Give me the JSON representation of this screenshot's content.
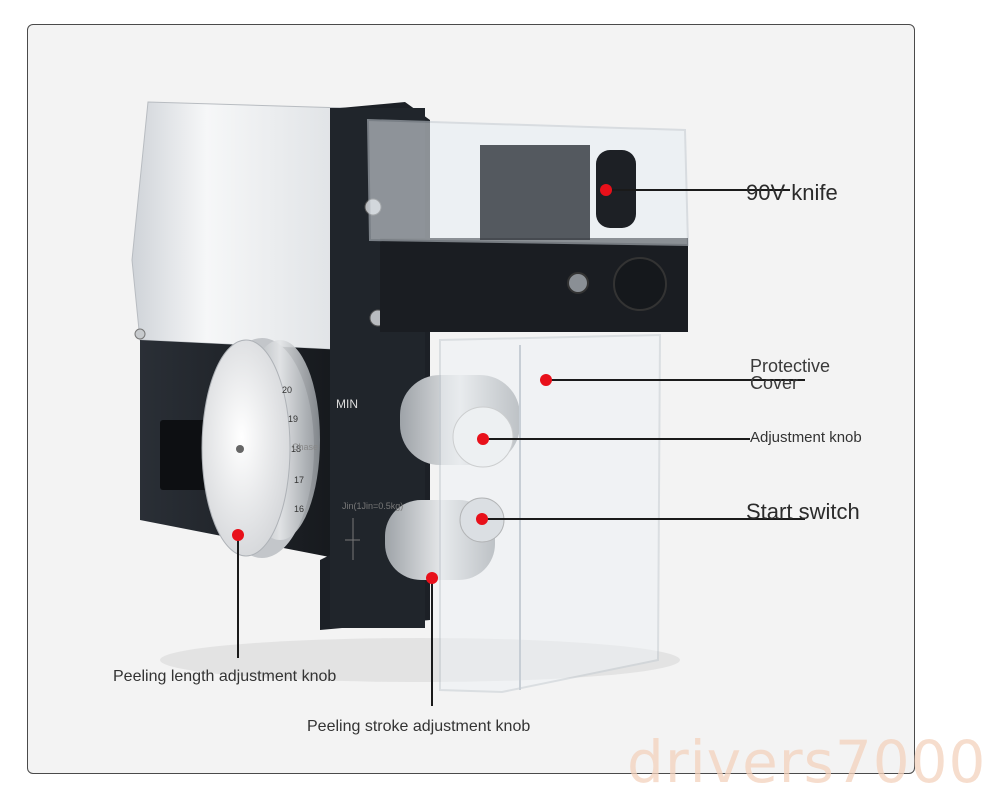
{
  "callouts": {
    "knife": "90V knife",
    "cover": "Protective Cover",
    "adjustment_knob": "Adjustment knob",
    "start_switch": "Start switch",
    "peeling_length": "Peeling length adjustment knob",
    "peeling_stroke": "Peeling stroke adjustment knob"
  },
  "device_markings": {
    "min": "MIN",
    "chase": "Chase",
    "jin": "Jin(1Jin=0.5kg)",
    "dial_numbers": [
      "20",
      "19",
      "18",
      "17",
      "16"
    ]
  },
  "watermark": "drivers7000",
  "colors": {
    "marker": "#e8101a",
    "frame": "#4a4a4a",
    "watermark": "#f4d2bd"
  }
}
